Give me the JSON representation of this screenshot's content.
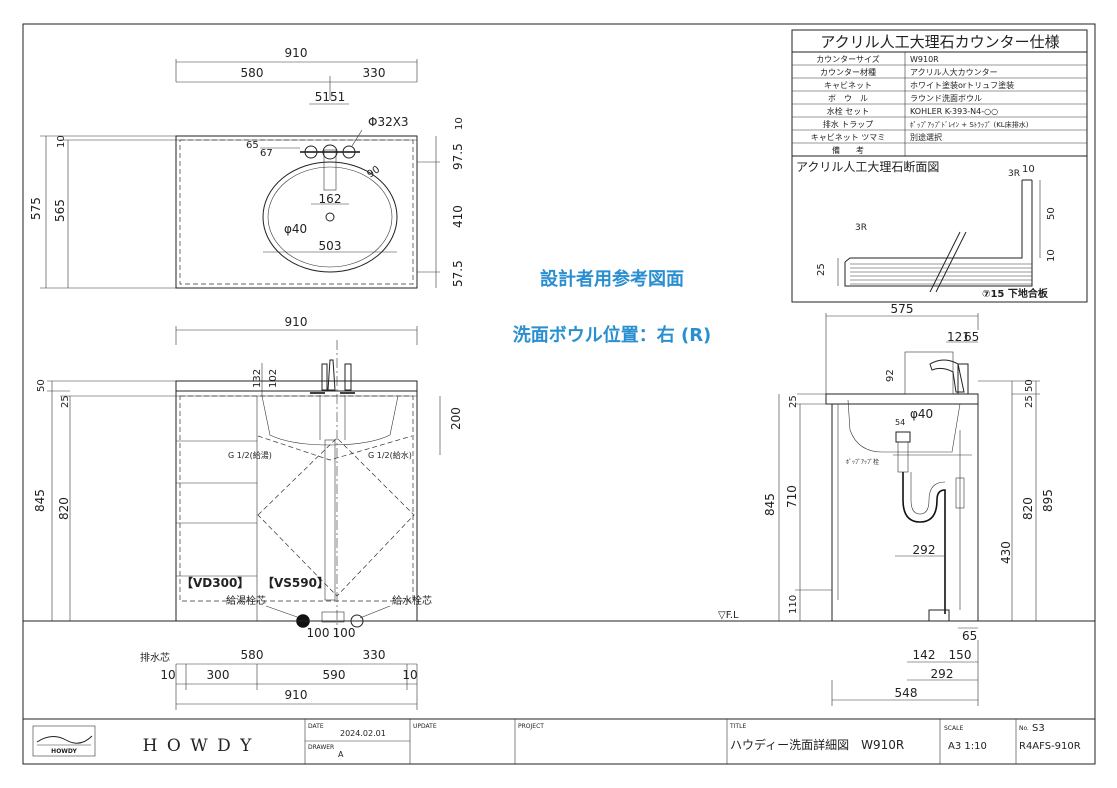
{
  "spec_table": {
    "title": "アクリル人工大理石カウンター仕様",
    "rows": [
      {
        "label": "カウンターサイズ",
        "value": "W910R"
      },
      {
        "label": "カウンター材種",
        "value": "アクリル人大カウンター"
      },
      {
        "label": "キャビネット",
        "value": "ホワイト塗装orトリュフ塗装"
      },
      {
        "label": "ボ　ウ　ル",
        "value": "ラウンド洗面ボウル"
      },
      {
        "label": "水栓 セット",
        "value": "KOHLER K-393-N4-○○"
      },
      {
        "label": "排水 トラップ",
        "value": "ﾎﾟｯﾌﾟｱｯﾌﾟﾄﾞﾚｲﾝ + Sﾄﾗｯﾌﾟ (KL床排水)"
      },
      {
        "label": "キャビネット ツマミ",
        "value": "別途選択"
      },
      {
        "label": "備　　考",
        "value": ""
      }
    ]
  },
  "section": {
    "title": "アクリル人工大理石断面図",
    "labels": {
      "r3_top": "3R",
      "r3_left": "3R",
      "t10": "10",
      "h50": "50",
      "h10": "10",
      "h25": "25",
      "substrate": "⑦15 下地合板"
    }
  },
  "notes": {
    "line1": "設計者用参考図面",
    "line2": "洗面ボウル位置：右 (R)"
  },
  "plan": {
    "dims": {
      "w910": "910",
      "w580": "580",
      "w330": "330",
      "w5151": "5151",
      "phi32": "Φ32X3",
      "d65": "65",
      "d67": "67",
      "d90": "90",
      "d162": "162",
      "phi40": "φ40",
      "d503": "503",
      "h575": "575",
      "h565": "565",
      "h10a": "10",
      "h10b": "10",
      "h97": "97.5",
      "h410": "410",
      "h57": "57.5"
    }
  },
  "front": {
    "dims": {
      "w910": "910",
      "h50": "50",
      "h25": "25",
      "h132": "132",
      "h102": "102",
      "h200": "200",
      "h845": "845",
      "h820": "820",
      "hot": "G 1/2(給湯)",
      "cold": "G 1/2(給水)",
      "vd300": "【VD300】",
      "vs590": "【VS590】",
      "hot_center": "給湯栓芯",
      "cold_center": "給水栓芯",
      "d100a": "100",
      "d100b": "100",
      "drain_center": "排水芯",
      "b580": "580",
      "b330": "330",
      "b10a": "10",
      "b300": "300",
      "b590": "590",
      "b10b": "10",
      "b910": "910"
    }
  },
  "side": {
    "dims": {
      "w575": "575",
      "d121": "121",
      "d65": "65",
      "d92": "92",
      "phi40": "φ40",
      "d54": "54",
      "popup": "ﾎﾟｯﾌﾟｱｯﾌﾟ栓",
      "h25a": "25",
      "h710": "710",
      "h845": "845",
      "h110": "110",
      "h292": "292",
      "h430": "430",
      "h25r": "25",
      "h50r": "50",
      "h820": "820",
      "h895": "895",
      "fl": "▽F.L",
      "d65b": "65",
      "d142": "142",
      "d150": "150",
      "d292": "292",
      "d548": "548"
    }
  },
  "title_block": {
    "logo_small": "HOWDY",
    "brand": "H O W D Y",
    "date_label": "DATE",
    "date": "2024.02.01",
    "update_label": "UPDATE",
    "project_label": "PROJECT",
    "title_label": "TITLE",
    "title": "ハウディー洗面詳細図　W910R",
    "scale_label": "SCALE",
    "scale": "A3 1:10",
    "no_label": "No.",
    "no": "S3",
    "drawer_label": "DRAWER",
    "drawer": "A",
    "code": "R4AFS-910R"
  }
}
